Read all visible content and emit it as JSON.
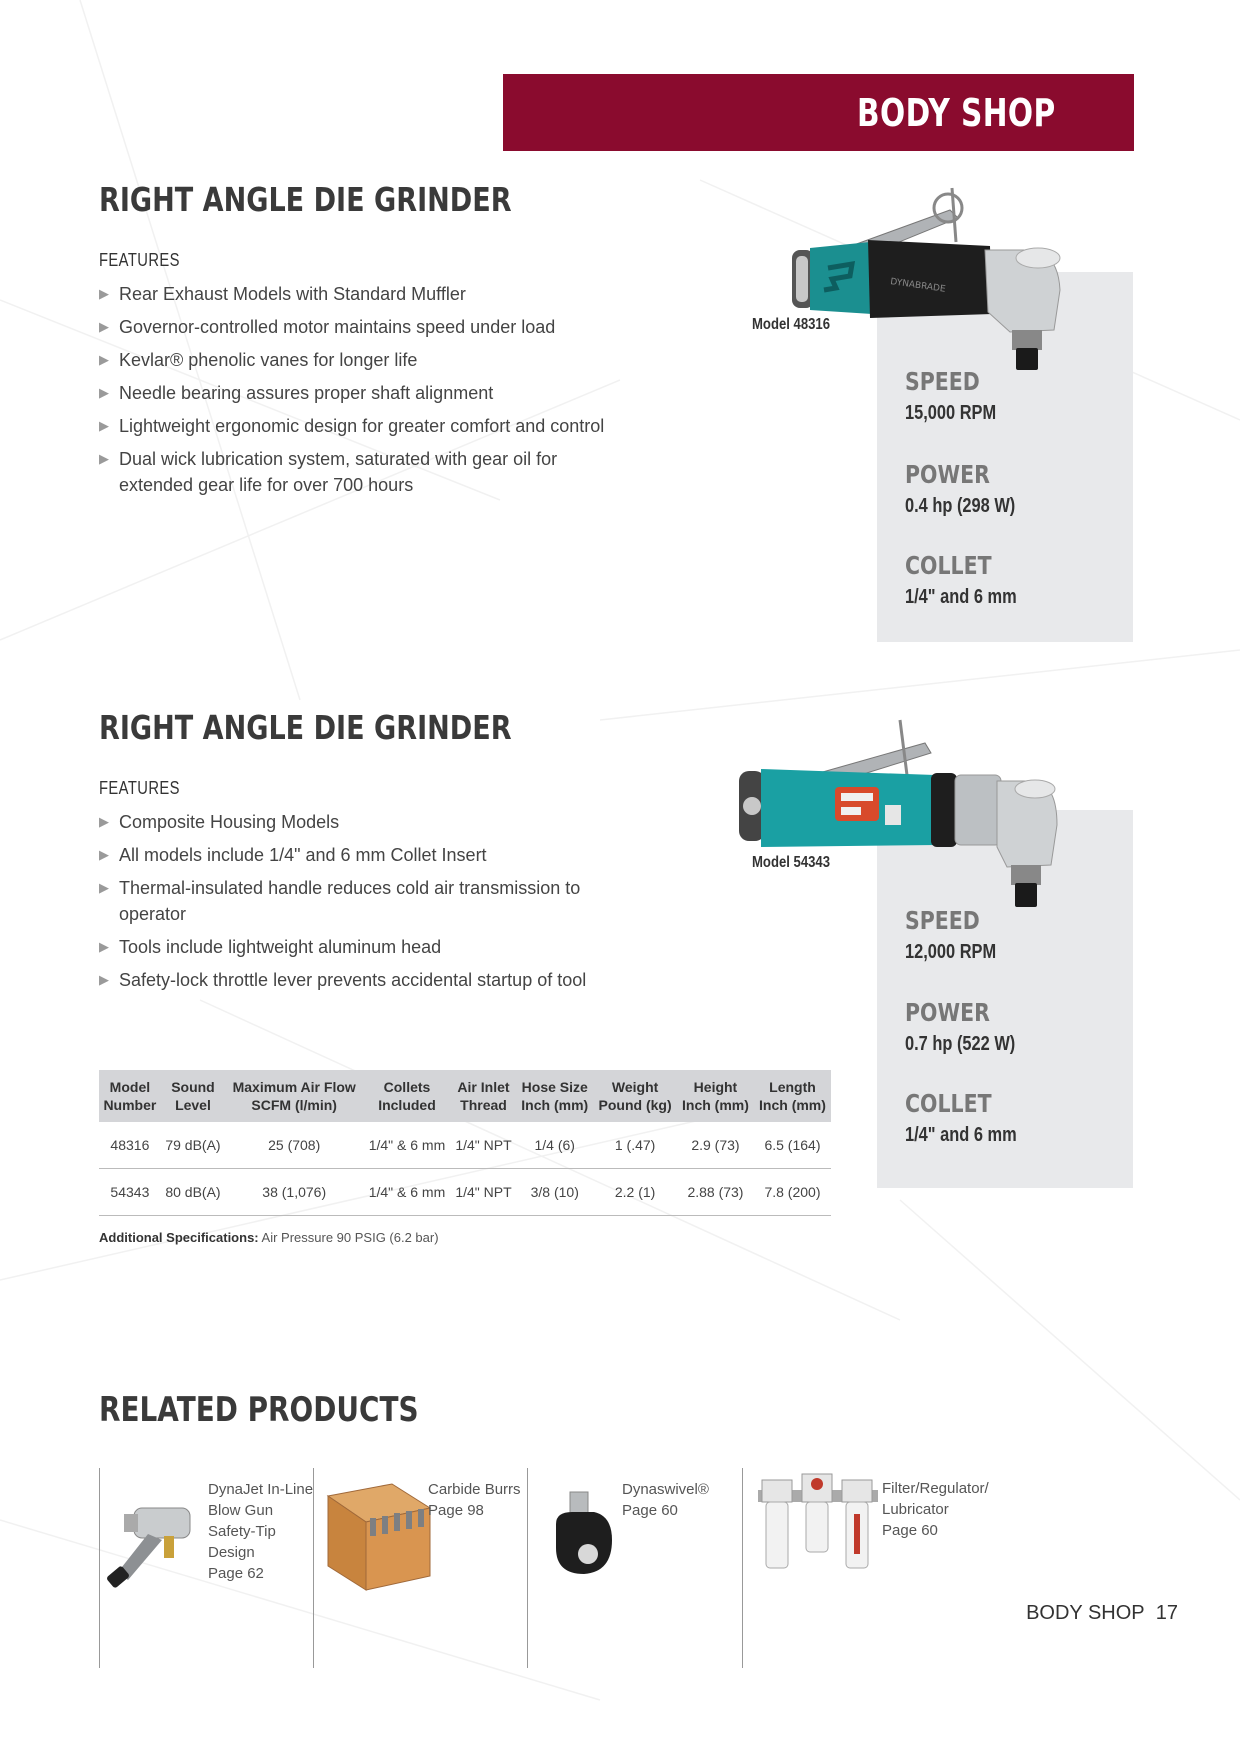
{
  "header": {
    "banner": "BODY SHOP"
  },
  "products": [
    {
      "title": "RIGHT ANGLE DIE GRINDER",
      "features_label": "FEATURES",
      "features": [
        "Rear Exhaust Models with Standard Muffler",
        "Governor-controlled motor maintains speed under load",
        "Kevlar® phenolic vanes for longer life",
        "Needle bearing assures proper shaft alignment",
        "Lightweight ergonomic design for greater comfort and control",
        "Dual wick lubrication system, saturated with gear oil for extended gear life for over 700 hours"
      ],
      "model_caption": "Model 48316",
      "specs": {
        "speed_label": "SPEED",
        "speed_value": "15,000 RPM",
        "power_label": "POWER",
        "power_value": "0.4 hp (298 W)",
        "collet_label": "COLLET",
        "collet_value": "1/4\" and 6 mm"
      },
      "tool_brand": "DYNABRADE",
      "tool_color": "#1b8f90"
    },
    {
      "title": "RIGHT ANGLE DIE GRINDER",
      "features_label": "FEATURES",
      "features": [
        "Composite Housing Models",
        "All models include 1/4\" and 6 mm Collet Insert",
        "Thermal-insulated handle reduces cold air transmission to operator",
        "Tools include lightweight aluminum head",
        "Safety-lock throttle lever prevents accidental startup of tool"
      ],
      "model_caption": "Model 54343",
      "specs": {
        "speed_label": "SPEED",
        "speed_value": "12,000 RPM",
        "power_label": "POWER",
        "power_value": "0.7 hp (522 W)",
        "collet_label": "COLLET",
        "collet_value": "1/4\" and 6 mm"
      },
      "tool_color": "#1aa0a3"
    }
  ],
  "table": {
    "headers": [
      [
        "Model",
        "Number"
      ],
      [
        "Sound",
        "Level"
      ],
      [
        "Maximum Air Flow",
        "SCFM (l/min)"
      ],
      [
        "Collets",
        "Included"
      ],
      [
        "Air Inlet",
        "Thread"
      ],
      [
        "Hose Size",
        "Inch (mm)"
      ],
      [
        "Weight",
        "Pound (kg)"
      ],
      [
        "Height",
        "Inch (mm)"
      ],
      [
        "Length",
        "Inch (mm)"
      ]
    ],
    "rows": [
      [
        "48316",
        "79 dB(A)",
        "25 (708)",
        "1/4\" & 6 mm",
        "1/4\" NPT",
        "1/4 (6)",
        "1 (.47)",
        "2.9 (73)",
        "6.5 (164)"
      ],
      [
        "54343",
        "80 dB(A)",
        "38 (1,076)",
        "1/4\" & 6 mm",
        "1/4\" NPT",
        "3/8 (10)",
        "2.2 (1)",
        "2.88 (73)",
        "7.8 (200)"
      ]
    ],
    "additional_label": "Additional Specifications:",
    "additional_value": "Air Pressure 90 PSIG (6.2 bar)"
  },
  "related": {
    "title": "RELATED PRODUCTS",
    "items": [
      {
        "lines": [
          "DynaJet In-Line",
          "Blow Gun",
          "Safety-Tip",
          "Design",
          "Page 62"
        ]
      },
      {
        "lines": [
          "Carbide Burrs",
          "Page 98"
        ]
      },
      {
        "lines": [
          "Dynaswivel®",
          "Page 60"
        ]
      },
      {
        "lines": [
          "Filter/Regulator/",
          "Lubricator",
          "Page 60"
        ]
      }
    ]
  },
  "footer": {
    "section": "BODY SHOP",
    "page": "17"
  },
  "colors": {
    "banner": "#8a0b2e",
    "spec_box": "#e8e9eb",
    "table_header": "#d4d5d8"
  }
}
